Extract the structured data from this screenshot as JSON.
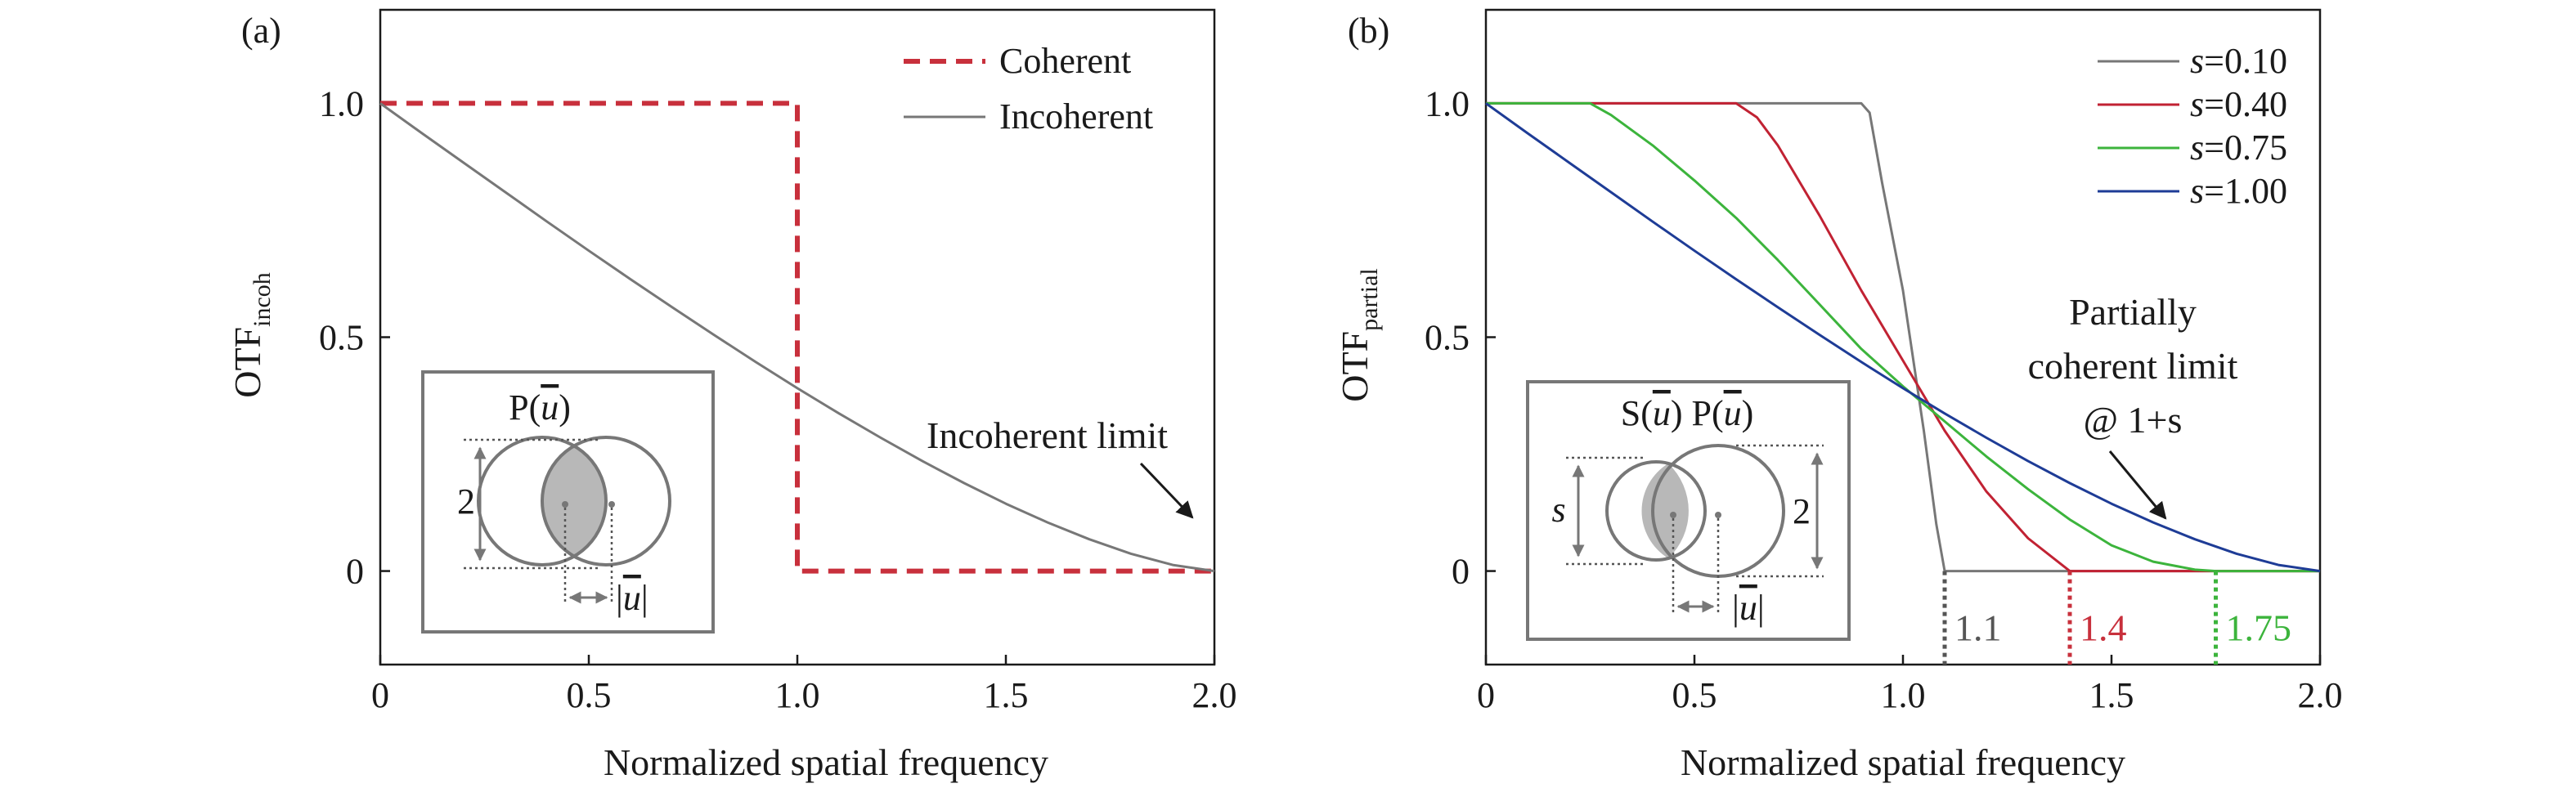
{
  "colors": {
    "coherent": "#c8303c",
    "incoherent": "#777777",
    "s010": "#777777",
    "s040": "#c12233",
    "s075": "#3cb43c",
    "s100": "#1e3c96",
    "inset_fill": "#b8b8b8",
    "label_1_1": "#555555",
    "label_1_4": "#c8303c",
    "label_1_75": "#3cb43c"
  },
  "chart_data": [
    {
      "type": "line",
      "panel_label": "(a)",
      "xlabel": "Normalized spatial frequency",
      "ylabel": "OTF",
      "ylabel_sub": "incoh",
      "xlim": [
        0,
        2
      ],
      "ylim": [
        -0.2,
        1.2
      ],
      "x_ticks": [
        "0",
        "0.5",
        "1.0",
        "1.5",
        "2.0"
      ],
      "y_ticks": [
        "0",
        "0.5",
        "1.0"
      ],
      "legend_position": "top-right",
      "series": [
        {
          "name": "Coherent",
          "style": "dashed",
          "points": [
            [
              0,
              1
            ],
            [
              1.0,
              1
            ],
            [
              1.0,
              0
            ],
            [
              2.0,
              0
            ]
          ]
        },
        {
          "name": "Incoherent",
          "style": "solid",
          "points": [
            [
              0,
              1.0
            ],
            [
              0.1,
              0.936
            ],
            [
              0.2,
              0.873
            ],
            [
              0.3,
              0.81
            ],
            [
              0.4,
              0.747
            ],
            [
              0.5,
              0.685
            ],
            [
              0.6,
              0.624
            ],
            [
              0.7,
              0.564
            ],
            [
              0.8,
              0.505
            ],
            [
              0.9,
              0.447
            ],
            [
              1.0,
              0.391
            ],
            [
              1.1,
              0.337
            ],
            [
              1.2,
              0.285
            ],
            [
              1.3,
              0.235
            ],
            [
              1.4,
              0.188
            ],
            [
              1.5,
              0.144
            ],
            [
              1.6,
              0.104
            ],
            [
              1.7,
              0.068
            ],
            [
              1.8,
              0.037
            ],
            [
              1.9,
              0.013
            ],
            [
              2.0,
              0.0
            ]
          ]
        }
      ],
      "annotations": [
        "Incoherent limit"
      ],
      "inset": {
        "title_func": "P(",
        "title_var": "u",
        "height_label": "2",
        "shift_label_var": "u"
      }
    },
    {
      "type": "line",
      "panel_label": "(b)",
      "xlabel": "Normalized spatial frequency",
      "ylabel": "OTF",
      "ylabel_sub": "partial",
      "xlim": [
        0,
        2
      ],
      "ylim": [
        -0.2,
        1.2
      ],
      "x_ticks": [
        "0",
        "0.5",
        "1.0",
        "1.5",
        "2.0"
      ],
      "y_ticks": [
        "0",
        "0.5",
        "1.0"
      ],
      "legend_position": "top-right",
      "series": [
        {
          "name": "s=0.10",
          "name_var": "s",
          "name_value": "=0.10",
          "points": [
            [
              0,
              1
            ],
            [
              0.9,
              1
            ],
            [
              0.92,
              0.98
            ],
            [
              0.95,
              0.83
            ],
            [
              1.0,
              0.6
            ],
            [
              1.05,
              0.3
            ],
            [
              1.08,
              0.1
            ],
            [
              1.1,
              0
            ],
            [
              2.0,
              0
            ]
          ]
        },
        {
          "name": "s=0.40",
          "name_var": "s",
          "name_value": "=0.40",
          "points": [
            [
              0,
              1
            ],
            [
              0.6,
              1
            ],
            [
              0.65,
              0.97
            ],
            [
              0.7,
              0.91
            ],
            [
              0.8,
              0.76
            ],
            [
              0.9,
              0.6
            ],
            [
              1.0,
              0.45
            ],
            [
              1.1,
              0.3
            ],
            [
              1.2,
              0.17
            ],
            [
              1.3,
              0.07
            ],
            [
              1.4,
              0
            ],
            [
              2.0,
              0
            ]
          ]
        },
        {
          "name": "s=0.75",
          "name_var": "s",
          "name_value": "=0.75",
          "points": [
            [
              0,
              1
            ],
            [
              0.25,
              1
            ],
            [
              0.3,
              0.975
            ],
            [
              0.4,
              0.91
            ],
            [
              0.5,
              0.835
            ],
            [
              0.6,
              0.755
            ],
            [
              0.7,
              0.665
            ],
            [
              0.8,
              0.57
            ],
            [
              0.9,
              0.475
            ],
            [
              1.0,
              0.395
            ],
            [
              1.1,
              0.32
            ],
            [
              1.2,
              0.245
            ],
            [
              1.3,
              0.175
            ],
            [
              1.4,
              0.11
            ],
            [
              1.5,
              0.055
            ],
            [
              1.6,
              0.02
            ],
            [
              1.7,
              0.003
            ],
            [
              1.75,
              0
            ],
            [
              2.0,
              0
            ]
          ]
        },
        {
          "name": "s=1.00",
          "name_var": "s",
          "name_value": "=1.00",
          "points": [
            [
              0,
              1.0
            ],
            [
              0.1,
              0.936
            ],
            [
              0.2,
              0.873
            ],
            [
              0.3,
              0.81
            ],
            [
              0.4,
              0.747
            ],
            [
              0.5,
              0.685
            ],
            [
              0.6,
              0.624
            ],
            [
              0.7,
              0.564
            ],
            [
              0.8,
              0.505
            ],
            [
              0.9,
              0.447
            ],
            [
              1.0,
              0.391
            ],
            [
              1.1,
              0.337
            ],
            [
              1.2,
              0.285
            ],
            [
              1.3,
              0.235
            ],
            [
              1.4,
              0.188
            ],
            [
              1.5,
              0.144
            ],
            [
              1.6,
              0.104
            ],
            [
              1.7,
              0.068
            ],
            [
              1.8,
              0.037
            ],
            [
              1.9,
              0.013
            ],
            [
              2.0,
              0.0
            ]
          ]
        }
      ],
      "cutoffs": [
        {
          "x": 1.1,
          "label": "1.1"
        },
        {
          "x": 1.4,
          "label": "1.4"
        },
        {
          "x": 1.75,
          "label": "1.75"
        }
      ],
      "annotations": [
        "Partially",
        "coherent limit",
        "@ 1+s"
      ],
      "inset": {
        "title_s_func": "S(",
        "title_p_func": "P(",
        "title_var": "u",
        "height_label_s": "s",
        "height_label_p": "2",
        "shift_label_var": "u"
      }
    }
  ]
}
